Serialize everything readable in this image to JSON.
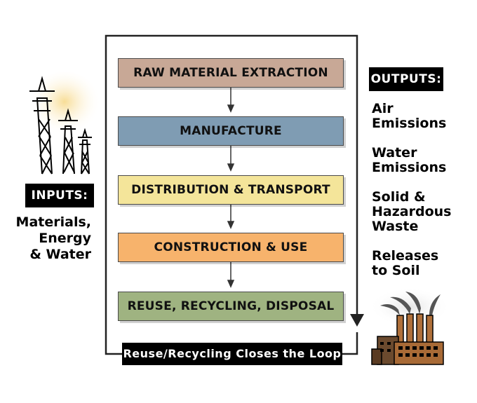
{
  "stages": [
    {
      "label": "RAW MATERIAL EXTRACTION",
      "color": "#c8a896"
    },
    {
      "label": "MANUFACTURE",
      "color": "#7f9cb3"
    },
    {
      "label": "DISTRIBUTION & TRANSPORT",
      "color": "#f4e59a"
    },
    {
      "label": "CONSTRUCTION & USE",
      "color": "#f7b36c"
    },
    {
      "label": "REUSE, RECYCLING, DISPOSAL",
      "color": "#9fb381"
    }
  ],
  "inputs": {
    "heading": "INPUTS:",
    "text": "Materials,\nEnergy\n& Water"
  },
  "outputs": {
    "heading": "OUTPUTS:",
    "items": [
      "Air\nEmissions",
      "Water\nEmissions",
      "Solid &\nHazardous\nWaste",
      "Releases\nto Soil"
    ]
  },
  "loop_label": "Reuse/Recycling Closes the Loop",
  "icons": [
    "power-tower-icon",
    "factory-icon"
  ]
}
